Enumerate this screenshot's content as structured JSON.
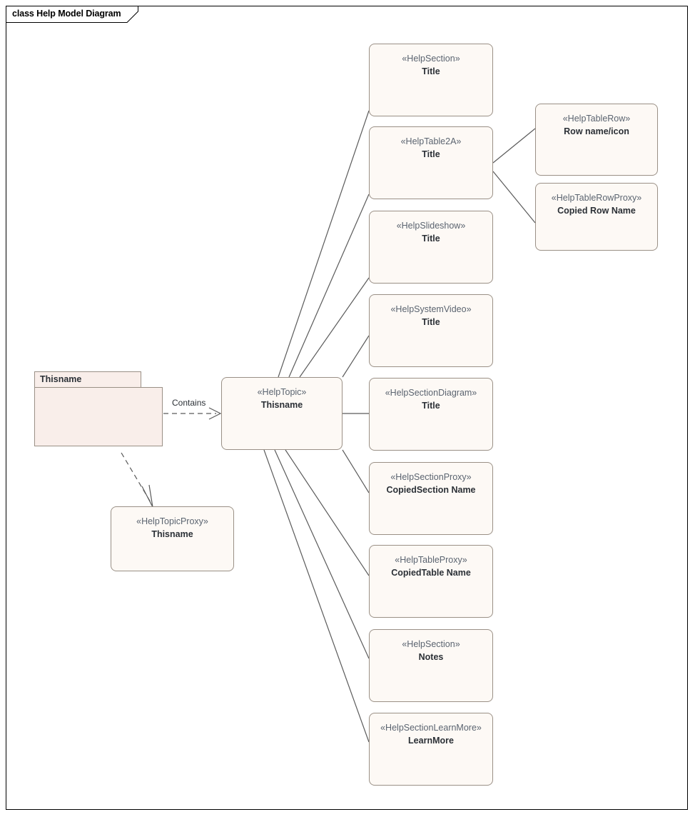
{
  "frame": {
    "title": "class Help Model Diagram"
  },
  "package": {
    "name": "Thisname"
  },
  "connectors": [
    {
      "label": "Contains"
    }
  ],
  "nodes": [
    {
      "id": "helptopic",
      "stereotype": "«HelpTopic»",
      "name": "Thisname"
    },
    {
      "id": "helpsection-title",
      "stereotype": "«HelpSection»",
      "name": "Title"
    },
    {
      "id": "helptable2a",
      "stereotype": "«HelpTable2A»",
      "name": "Title"
    },
    {
      "id": "helpslideshow",
      "stereotype": "«HelpSlideshow»",
      "name": "Title"
    },
    {
      "id": "helpsystemvideo",
      "stereotype": "«HelpSystemVideo»",
      "name": "Title"
    },
    {
      "id": "helpsectiondiagram",
      "stereotype": "«HelpSectionDiagram»",
      "name": "Title"
    },
    {
      "id": "helpsectionproxy",
      "stereotype": "«HelpSectionProxy»",
      "name": "CopiedSection Name"
    },
    {
      "id": "helptableproxy",
      "stereotype": "«HelpTableProxy»",
      "name": "CopiedTable Name"
    },
    {
      "id": "helpsection-notes",
      "stereotype": "«HelpSection»",
      "name": "Notes"
    },
    {
      "id": "helpsectionlearnmore",
      "stereotype": "«HelpSectionLearnMore»",
      "name": "LearnMore"
    },
    {
      "id": "helptablerow",
      "stereotype": "«HelpTableRow»",
      "name": "Row name/icon"
    },
    {
      "id": "helptablerowproxy",
      "stereotype": "«HelpTableRowProxy»",
      "name": "Copied Row Name"
    },
    {
      "id": "helptopicproxy",
      "stereotype": "«HelpTopicProxy»",
      "name": "Thisname"
    }
  ],
  "colors": {
    "node_fill": "#fdf9f5",
    "node_border": "#9a9086",
    "package_fill": "#f9eeea",
    "connector": "#5a5a5a",
    "stereotype_text": "#5b6470",
    "name_text": "#2b3036"
  }
}
